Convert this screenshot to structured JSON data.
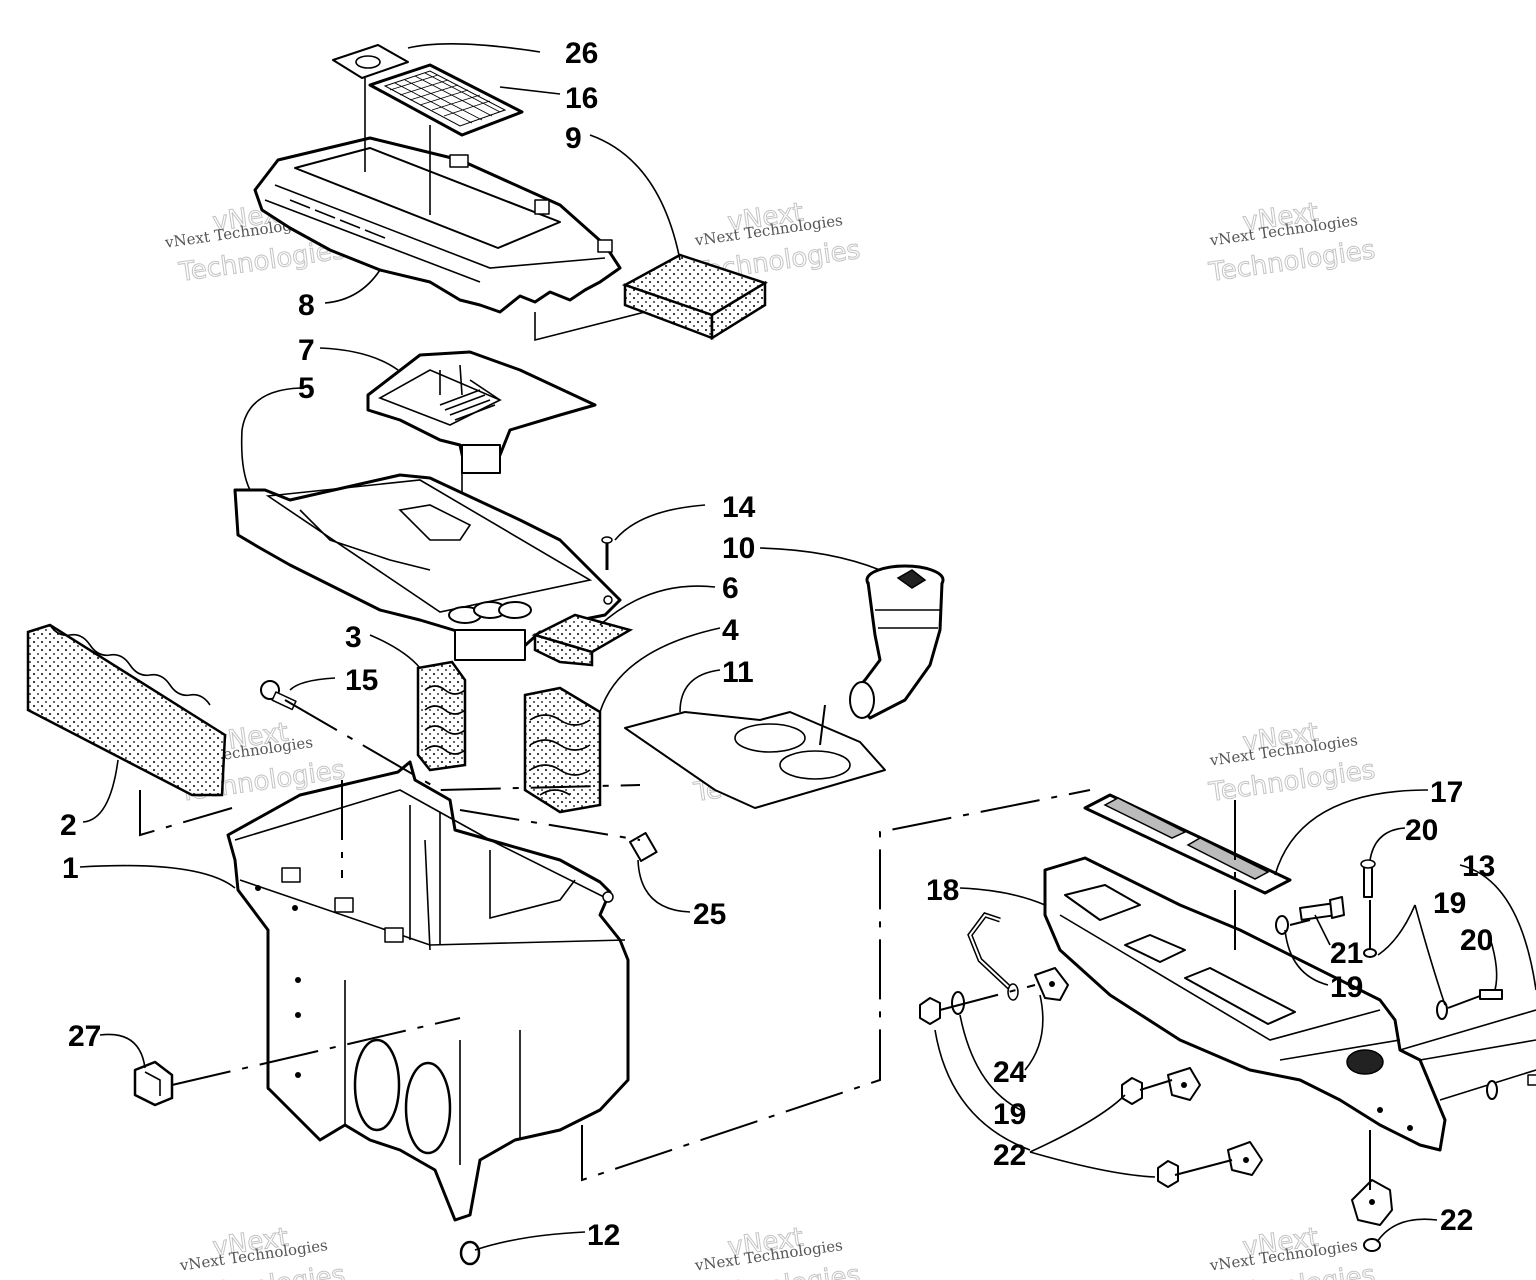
{
  "diagram": {
    "callouts": [
      {
        "id": "c1",
        "label": "1"
      },
      {
        "id": "c2",
        "label": "2"
      },
      {
        "id": "c3",
        "label": "3"
      },
      {
        "id": "c4",
        "label": "4"
      },
      {
        "id": "c5",
        "label": "5"
      },
      {
        "id": "c6",
        "label": "6"
      },
      {
        "id": "c7",
        "label": "7"
      },
      {
        "id": "c8",
        "label": "8"
      },
      {
        "id": "c9",
        "label": "9"
      },
      {
        "id": "c10",
        "label": "10"
      },
      {
        "id": "c11",
        "label": "11"
      },
      {
        "id": "c12",
        "label": "12"
      },
      {
        "id": "c13",
        "label": "13"
      },
      {
        "id": "c14",
        "label": "14"
      },
      {
        "id": "c15",
        "label": "15"
      },
      {
        "id": "c16",
        "label": "16"
      },
      {
        "id": "c17",
        "label": "17"
      },
      {
        "id": "c18",
        "label": "18"
      },
      {
        "id": "c19a",
        "label": "19"
      },
      {
        "id": "c19b",
        "label": "19"
      },
      {
        "id": "c19c",
        "label": "19"
      },
      {
        "id": "c20a",
        "label": "20"
      },
      {
        "id": "c20b",
        "label": "20"
      },
      {
        "id": "c21",
        "label": "21"
      },
      {
        "id": "c22a",
        "label": "22"
      },
      {
        "id": "c22b",
        "label": "22"
      },
      {
        "id": "c24",
        "label": "24"
      },
      {
        "id": "c25",
        "label": "25"
      },
      {
        "id": "c26",
        "label": "26"
      },
      {
        "id": "c27",
        "label": "27"
      }
    ]
  },
  "watermark": {
    "line1": "vNext Technologies",
    "line2": "vNext",
    "line3": "Technologies"
  }
}
